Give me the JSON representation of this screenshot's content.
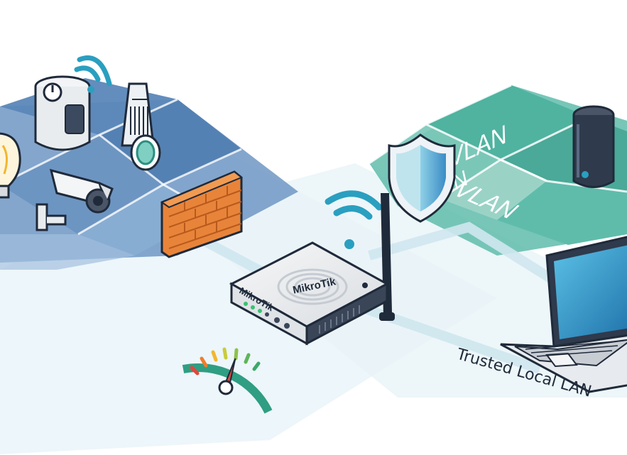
{
  "labels": {
    "vlan_top": "VLAN",
    "vlan_partial": "N",
    "vlan_bottom": "VLAN",
    "trusted_lan": "Trusted Local LAN"
  },
  "router": {
    "brand_side": "MikroTik",
    "brand_top": "MikroTik"
  },
  "colors": {
    "iot_zone": "#5b87b8",
    "vlan_zone": "#4fb3a0",
    "firewall_brick": "#e8843a",
    "shield": "#5aa7d6",
    "wifi": "#2a9fc0",
    "outline": "#1f2a3a"
  },
  "icons": {
    "iot_devices": [
      "lightbulb-icon",
      "smart-thermostat-icon",
      "smart-speaker-icon",
      "security-camera-icon"
    ],
    "security": [
      "firewall-icon",
      "shield-icon"
    ],
    "network": [
      "wifi-icon",
      "router-icon",
      "speed-gauge-icon"
    ],
    "trusted": [
      "laptop-icon",
      "home-speaker-icon"
    ]
  },
  "gauge": {
    "level": 0.35
  }
}
